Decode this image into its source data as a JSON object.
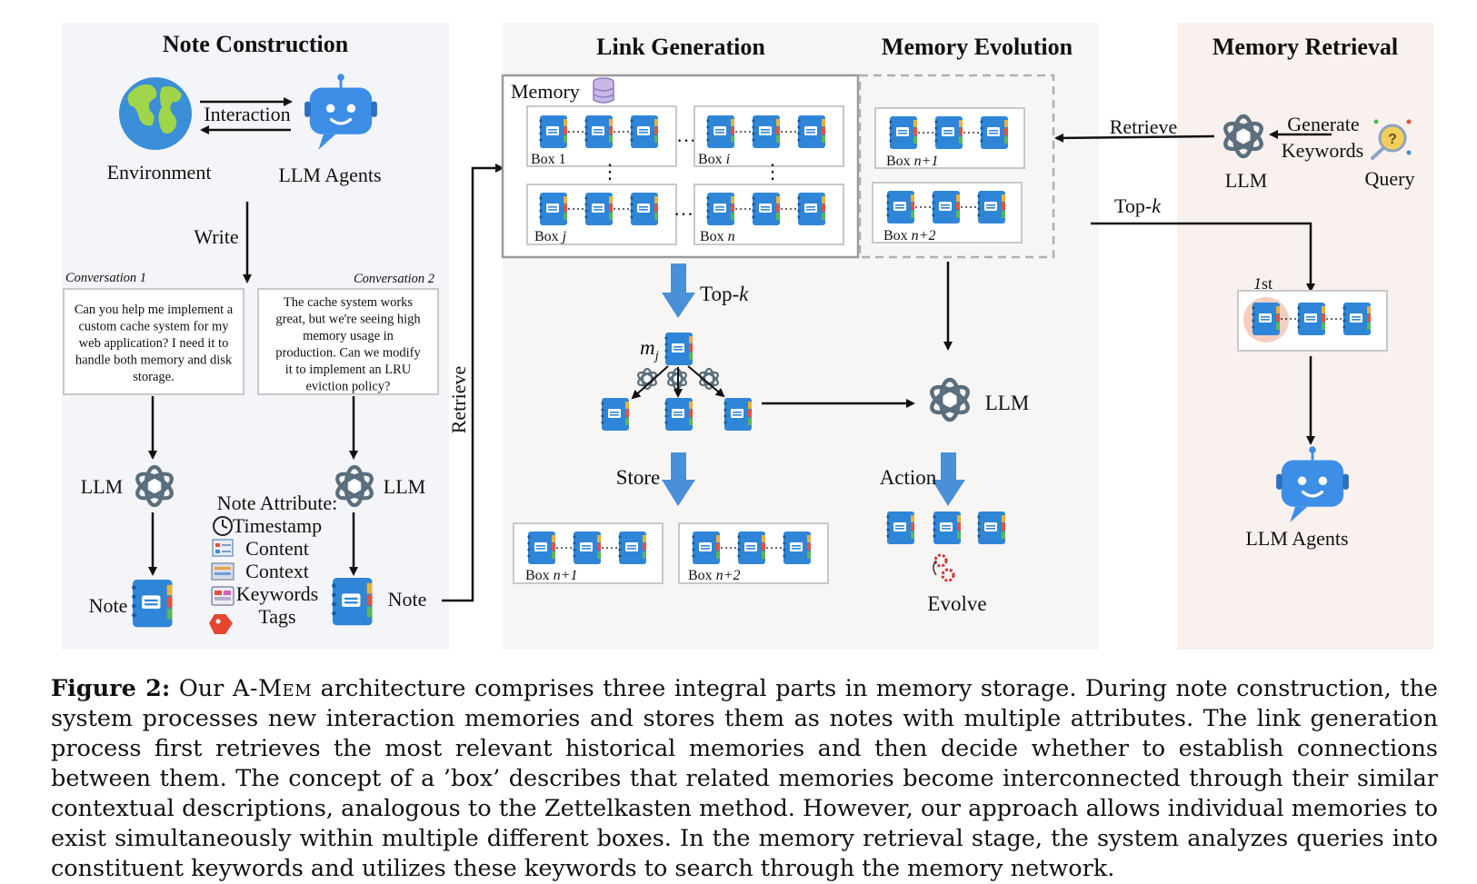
{
  "panels": {
    "note_construction": {
      "title": "Note Construction",
      "environment_label": "Environment",
      "interaction_label": "Interaction",
      "llm_agents_label": "LLM Agents",
      "write_label": "Write",
      "conversation1_title": "Conversation 1",
      "conversation1_lines": [
        "Can you help me implement a",
        "custom cache system for my",
        "web application? I need it to",
        "handle both memory and disk",
        "storage."
      ],
      "conversation2_title": "Conversation 2",
      "conversation2_lines": [
        "The cache system works",
        "great, but we're seeing high",
        "memory usage in",
        "production. Can we modify",
        "it to implement an LRU",
        "eviction policy?"
      ],
      "llm_left_label": "LLM",
      "llm_right_label": "LLM",
      "note_left_label": "Note",
      "note_right_label": "Note",
      "note_attribute_title": "Note Attribute:",
      "attributes": [
        "Timestamp",
        "Content",
        "Context",
        "Keywords",
        "Tags"
      ],
      "retrieve_vertical_label": "Retrieve"
    },
    "link_generation": {
      "title": "Link Generation",
      "memory_label": "Memory",
      "boxes": [
        {
          "prefix": "Box ",
          "suffix": "1"
        },
        {
          "prefix": "Box ",
          "suffix": "i"
        },
        {
          "prefix": "Box ",
          "suffix": "j"
        },
        {
          "prefix": "Box ",
          "suffix": "n"
        }
      ],
      "topk_prefix": "Top-",
      "topk_suffix": "k",
      "mj_label": "m",
      "mj_sub": "j",
      "store_label": "Store",
      "store_boxes": [
        {
          "prefix": "Box ",
          "suffix": "n+1"
        },
        {
          "prefix": "Box ",
          "suffix": "n+2"
        }
      ]
    },
    "memory_evolution": {
      "title": "Memory Evolution",
      "boxes": [
        {
          "prefix": "Box ",
          "suffix": "n+1"
        },
        {
          "prefix": "Box ",
          "suffix": "n+2"
        }
      ],
      "llm_label": "LLM",
      "action_label": "Action",
      "evolve_label": "Evolve"
    },
    "memory_retrieval": {
      "title": "Memory Retrieval",
      "retrieve_label": "Retrieve",
      "generate_label": "Generate",
      "keywords_label": "Keywords",
      "llm_label": "LLM",
      "query_label": "Query",
      "topk_prefix": "Top-",
      "topk_suffix": "k",
      "first_label": "1st",
      "llm_agents_label": "LLM Agents"
    }
  },
  "caption": {
    "figure_label": "Figure 2:",
    "text_before": " Our ",
    "method_name": "A-Mem",
    "text_after": " architecture comprises three integral parts in memory storage. During note construction, the system processes new interaction memories and stores them as notes with multiple attributes. The link generation process first retrieves the most relevant historical memories and then decide whether to establish connections between them. The concept of a ’box’ describes that related memories become interconnected through their similar contextual descriptions, analogous to the Zettelkasten method. However, our approach allows individual memories to exist simultaneously within multiple different boxes. In the memory retrieval stage, the system analyzes queries into constituent keywords and utilizes these keywords to search through the memory network."
  },
  "colors": {
    "panel_gray": "#f4f5f8",
    "panel_light": "#f8f6f5",
    "panel_pink": "#f9f1ee",
    "notebook_blue": "#2f86d8",
    "arrow_blue": "#4a90d9",
    "llm_icon": "#5a6e7d",
    "robot_blue": "#3d8ee6"
  }
}
